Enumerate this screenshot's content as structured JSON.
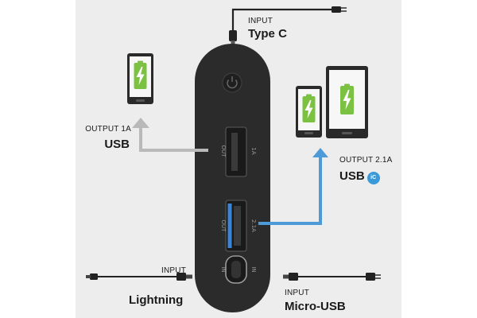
{
  "labels": {
    "typec_input": {
      "small": "INPUT",
      "big": "Type C"
    },
    "output_1a": {
      "small": "OUTPUT 1A",
      "big": "USB"
    },
    "output_21a": {
      "small": "OUTPUT 2.1A",
      "big": "USB",
      "badge": "iC"
    },
    "lightning_input": {
      "small": "INPUT",
      "big": "Lightning"
    },
    "micro_usb_input": {
      "small": "INPUT",
      "big": "Micro-USB"
    }
  },
  "ports": {
    "top_out": {
      "side": "OUT",
      "rating": "1A"
    },
    "blue_out": {
      "side": "OUT",
      "rating": "2.1A"
    },
    "bottom_in": {
      "left": "IN",
      "right": "IN"
    }
  },
  "colors": {
    "panel": "#ededed",
    "device": "#2b2b2b",
    "grey_arrow": "#b9b9b9",
    "blue_arrow": "#4d9ad8",
    "battery_green": "#7cc242",
    "badge": "#3a9ad9"
  },
  "icons": [
    "power-button-icon",
    "charging-battery-icon",
    "usb-port-icon",
    "usb-c-port-icon"
  ]
}
